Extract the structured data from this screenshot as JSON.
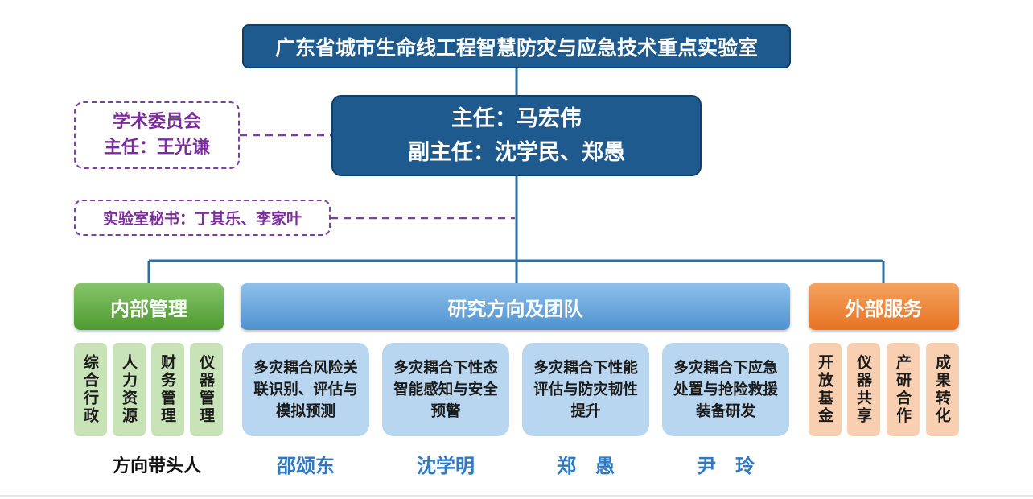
{
  "lab_title": "广东省城市生命线工程智慧防灾与应急技术重点实验室",
  "director": {
    "line1": "主任：马宏伟",
    "line2": "副主任：沈学民、郑愚"
  },
  "academic_committee": {
    "name": "学术委员会",
    "chair": "主任：王光谦"
  },
  "secretary": "实验室秘书：丁其乐、李家叶",
  "branches": {
    "internal": {
      "title": "内部管理",
      "items": [
        "综合行政",
        "人力资源",
        "财务管理",
        "仪器管理"
      ]
    },
    "research": {
      "title": "研究方向及团队",
      "directions": [
        {
          "text": "多灾耦合风险关联识别、评估与模拟预测",
          "leader": "邵颂东"
        },
        {
          "text": "多灾耦合下性态智能感知与安全预警",
          "leader": "沈学明"
        },
        {
          "text": "多灾耦合下性能评估与防灾韧性提升",
          "leader": "郑　愚"
        },
        {
          "text": "多灾耦合下应急处置与抢险救援装备研发",
          "leader": "尹　玲"
        }
      ]
    },
    "external": {
      "title": "外部服务",
      "items": [
        "开放基金",
        "仪器共享",
        "产研合作",
        "成果转化"
      ]
    }
  },
  "leaders_label": "方向带头人",
  "colors": {
    "navy": "#1f5a8e",
    "purple": "#7b2d9c",
    "green": "#4e9a30",
    "blue": "#4f92d0",
    "orange": "#e87324",
    "connector": "#2e6fa0"
  }
}
